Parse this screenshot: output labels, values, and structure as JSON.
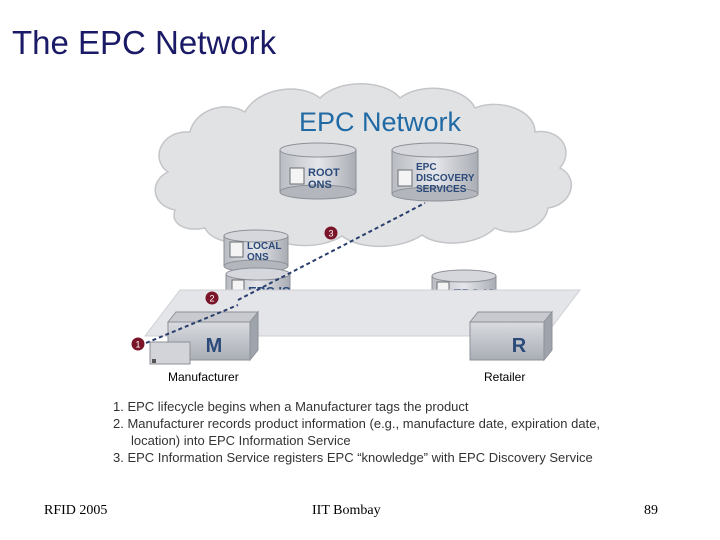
{
  "slide": {
    "title": "The EPC Network"
  },
  "diagram": {
    "cloud_title": "EPC Network",
    "root_ons_label": [
      "ROOT",
      "ONS"
    ],
    "discovery_label": [
      "EPC",
      "DISCOVERY",
      "SERVICES"
    ],
    "local_ons_label": [
      "LOCAL",
      "ONS"
    ],
    "epc_is_label": "EPC IS",
    "manufacturer_letter": "M",
    "retailer_letter": "R",
    "manufacturer_label": "Manufacturer",
    "retailer_label": "Retailer",
    "steps": [
      "1",
      "2",
      "3"
    ],
    "colors": {
      "cloud_text": "#1f6aa5",
      "step_badge": "#7a1428",
      "node_text": "#2b4a7a",
      "dashed_line": "#2a3f6e"
    }
  },
  "notes": {
    "items": [
      {
        "line": "1. EPC lifecycle begins when a Manufacturer tags the product"
      },
      {
        "line": "2. Manufacturer records product information (e.g., manufacture date, expiration date,",
        "cont": "location) into EPC Information Service"
      },
      {
        "line": "3. EPC Information Service registers EPC “knowledge” with EPC Discovery Service"
      }
    ]
  },
  "footer": {
    "left": "RFID 2005",
    "center": "IIT Bombay",
    "page": "89"
  }
}
